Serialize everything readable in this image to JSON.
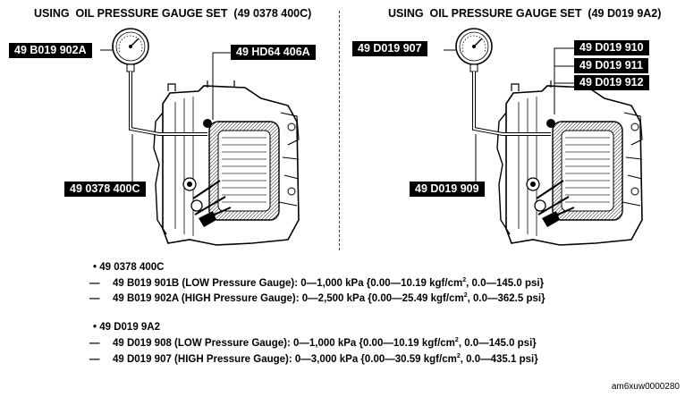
{
  "headings": {
    "left": "USING  OIL PRESSURE GAUGE SET  (49 0378 400C)",
    "right": "USING  OIL PRESSURE GAUGE SET  (49 D019 9A2)"
  },
  "left_tags": {
    "gauge": "49 B019 902A",
    "adapter": "49 HD64 406A",
    "set": "49 0378 400C"
  },
  "right_tags": {
    "gauge": "49 D019 907",
    "adapter_1": "49 D019 910",
    "adapter_2": "49 D019 911",
    "adapter_3": "49 D019 912",
    "set": "49 D019 909"
  },
  "notes": {
    "set1_title": "49 0378 400C",
    "set1_low": "49 B019 901B (LOW Pressure Gauge): 0—1,000 kPa {0.00—10.19 kgf/cm",
    "set1_low_tail": ", 0.0—145.0 psi}",
    "set1_high": "49 B019 902A (HIGH Pressure Gauge): 0—2,500 kPa {0.00—25.49 kgf/cm",
    "set1_high_tail": ", 0.0—362.5 psi}",
    "set2_title": "49 D019 9A2",
    "set2_low": "49 D019 908 (LOW Pressure Gauge): 0—1,000 kPa {0.00—10.19 kgf/cm",
    "set2_low_tail": ", 0.0—145.0 psi}",
    "set2_high": "49 D019 907 (HIGH Pressure Gauge): 0—3,000 kPa {0.00—30.59 kgf/cm",
    "set2_high_tail": ", 0.0—435.1 psi}",
    "superscript": "2",
    "bullet": "•",
    "dash": "—"
  },
  "image_code": "am6xuw0000280"
}
